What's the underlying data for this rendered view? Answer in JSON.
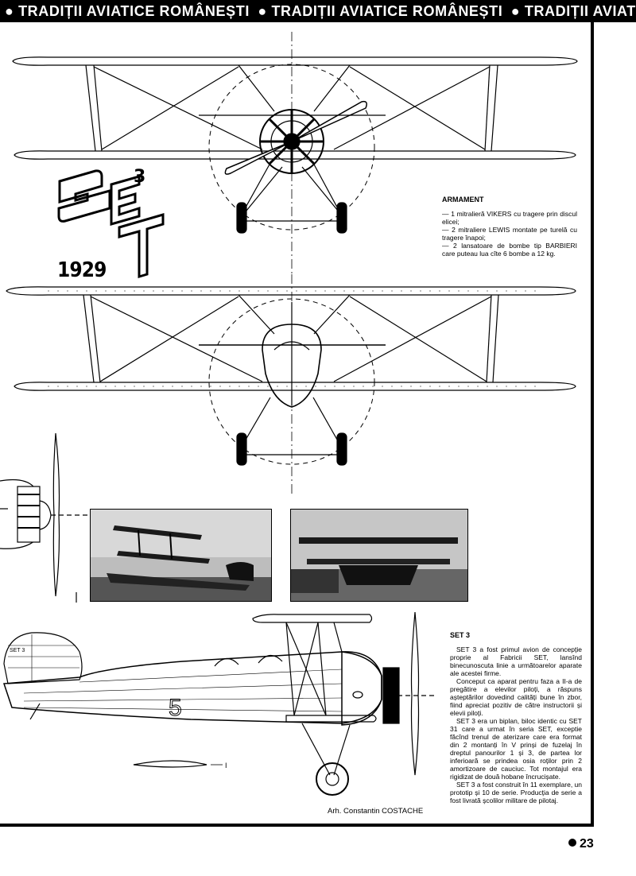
{
  "banner": {
    "segments": [
      "● TRADIȚII AVIATICE ROMÂNEȘTI",
      "● TRADIȚII AVIATICE ROMÂNEȘTI",
      "● TRADIȚII AVIATICE"
    ]
  },
  "logo": {
    "letters": "SET",
    "model_number": "3",
    "year": "1929"
  },
  "armament": {
    "heading": "ARMAMENT",
    "items": [
      "— 1 mitralieră VIKERS cu tragere prin discul elicei;",
      "— 2 mitraliere LEWIS montate pe turelă cu tragere înapoi;",
      "— 2 lansatoare de bombe tip BARBIERI care puteau lua cîte 6 bombe a 12 kg."
    ]
  },
  "history": {
    "heading": "SET 3",
    "paragraphs": [
      "SET 3 a fost primul avion de concepție proprie al Fabricii SET, lansînd binecunoscuta linie a următoarelor aparate ale acestei firme.",
      "Conceput ca aparat pentru faza a II-a de pregătire a elevilor piloți, a răspuns așteptărilor dovedind calități bune în zbor, fiind apreciat pozitiv de către instructorii și elevii piloți.",
      "SET 3 era un biplan, biloc identic cu SET 31 care a urmat în seria SET, exceptie făcînd trenul de aterizare care era format din 2 montanți în V prinși de fuzelaj în dreptul panourilor 1 și 3, de partea lor inferioară se prindea osia roților prin 2 amortizoare de cauciuc. Tot montajul era rigidizat de două hobane încrucișate.",
      "SET 3 a fost construit în 11 exemplare, un prototip și 10 de serie. Producția de serie a fost livrată școlilor militare de pilotaj."
    ]
  },
  "drawing": {
    "fuselage_number": "5",
    "tail_marking": "SET 3",
    "section_label": "I"
  },
  "caption": "Arh. Constantin COSTACHE",
  "page_number": "23"
}
